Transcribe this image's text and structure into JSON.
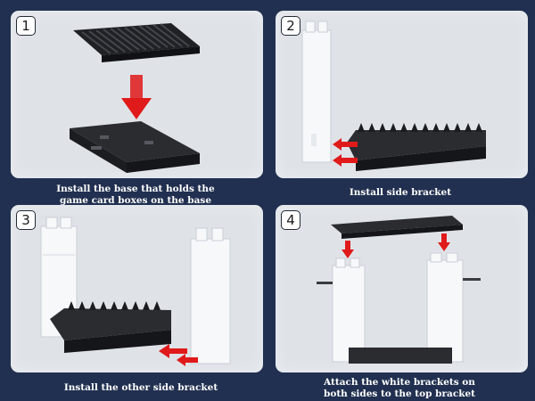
{
  "steps": [
    {
      "number": "1",
      "caption": "Install the base that holds the game card boxes on the base"
    },
    {
      "number": "2",
      "caption": "Install side bracket"
    },
    {
      "number": "3",
      "caption": "Install the other side bracket"
    },
    {
      "number": "4",
      "caption": "Attach the white brackets on both sides to the top bracket"
    }
  ],
  "colors": {
    "background": "#213050",
    "panel": "#dfe3e8",
    "arrow": "#e01a1a",
    "dark_part": "#2a2c30",
    "white_part": "#f7f8fa"
  }
}
